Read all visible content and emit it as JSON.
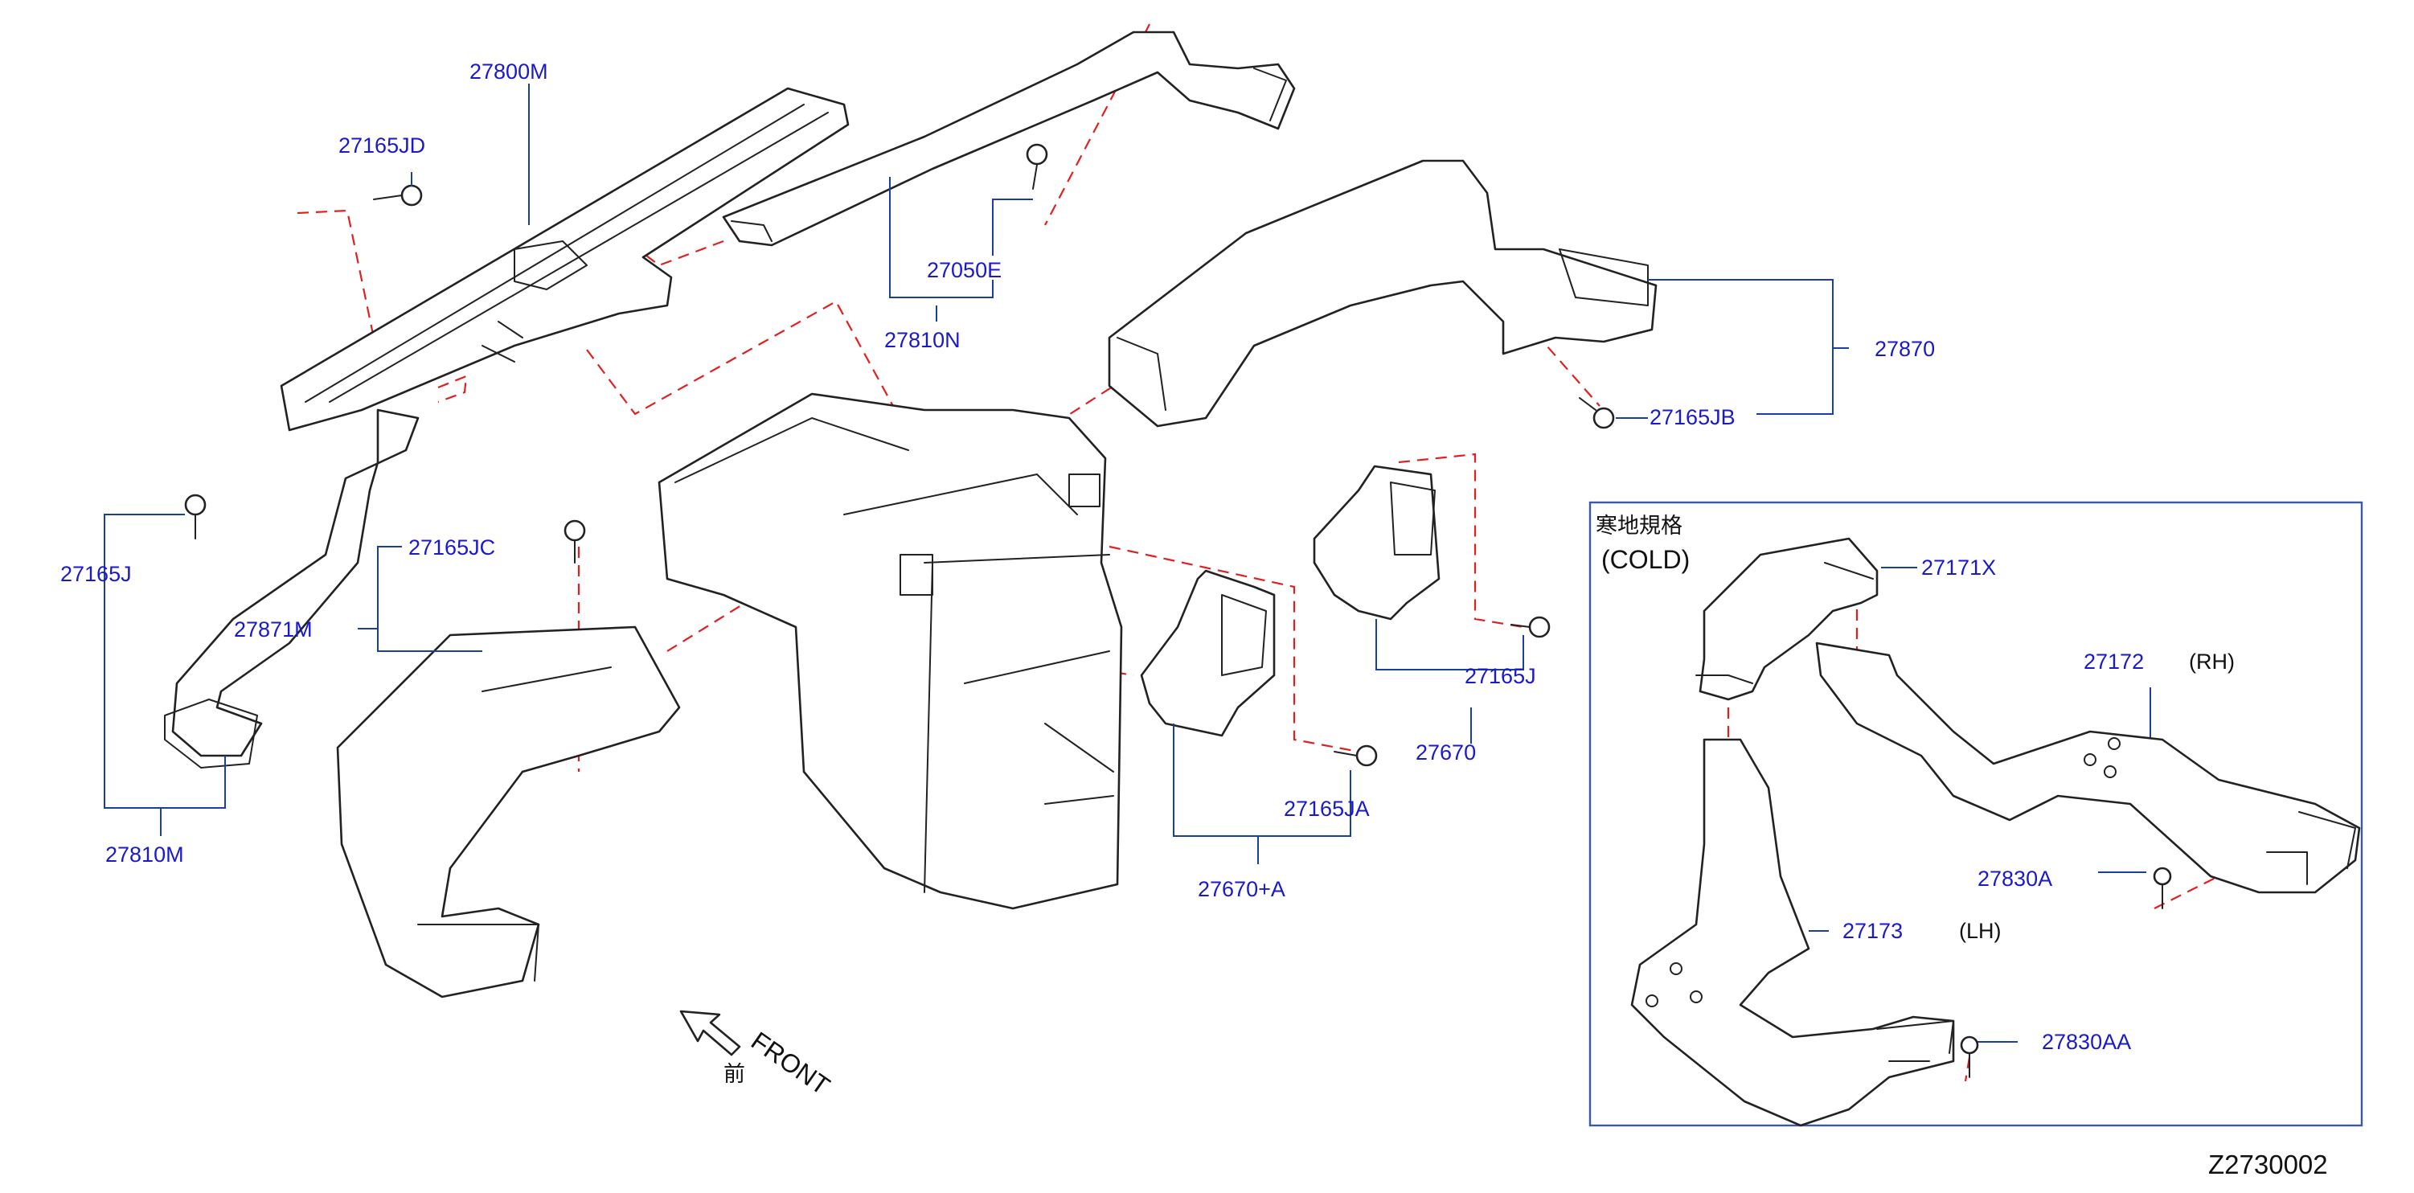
{
  "labels": {
    "p27800M": "27800M",
    "p27165JD": "27165JD",
    "p27050E": "27050E",
    "p27810N": "27810N",
    "p27870": "27870",
    "p27165JB": "27165JB",
    "p27165J_left": "27165J",
    "p27165JC": "27165JC",
    "p27871M": "27871M",
    "p27810M": "27810M",
    "p27165J_right": "27165J",
    "p27670": "27670",
    "p27165JA": "27165JA",
    "p27670A": "27670+A",
    "p27171X": "27171X",
    "p27172": "27172",
    "p27830A": "27830A",
    "p27173": "27173",
    "p27830AA": "27830AA"
  },
  "inset": {
    "title_cjk": "寒地規格",
    "title": "(COLD)",
    "rh": "(RH)",
    "lh": "(LH)"
  },
  "front": {
    "label": "FRONT",
    "label_cjk": "前"
  },
  "diagram_code": "Z2730002",
  "colors": {
    "callout": "#1a1acc",
    "leader": "#1b3f9c",
    "dashed": "#e02020",
    "outline": "#222222"
  }
}
